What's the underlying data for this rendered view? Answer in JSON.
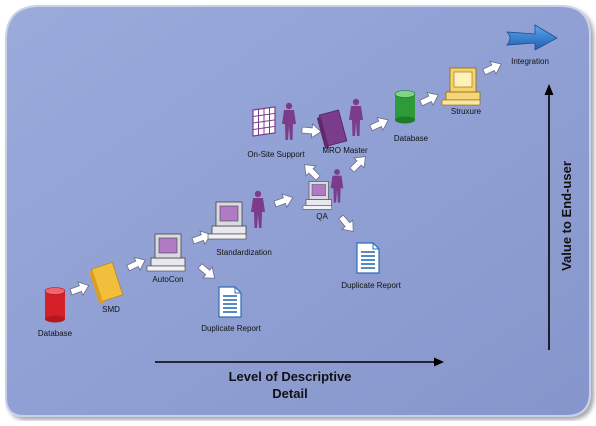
{
  "colors": {
    "panel": "#8f9fd2",
    "panel_border": "#ffffff",
    "purple": "#7b3c8c",
    "red": "#e0242e",
    "gold": "#f2bf3c",
    "green": "#2f9a3a",
    "blue": "#2a73c4",
    "doc_blue": "#2c6db3"
  },
  "nodes": {
    "database_start": "Database",
    "smd": "SMD",
    "autocon": "AutoCon",
    "duplicate_report_1": "Duplicate Report",
    "standardization": "Standardization",
    "qa": "QA",
    "duplicate_report_2": "Duplicate Report",
    "onsite_support": "On-Site Support",
    "mro_master": "MRO Master",
    "database_end": "Database",
    "struxure": "Struxure",
    "integration": "Integration"
  },
  "axes": {
    "x_label_line1": "Level of Descriptive",
    "x_label_line2": "Detail",
    "y_label": "Value to End-user"
  }
}
